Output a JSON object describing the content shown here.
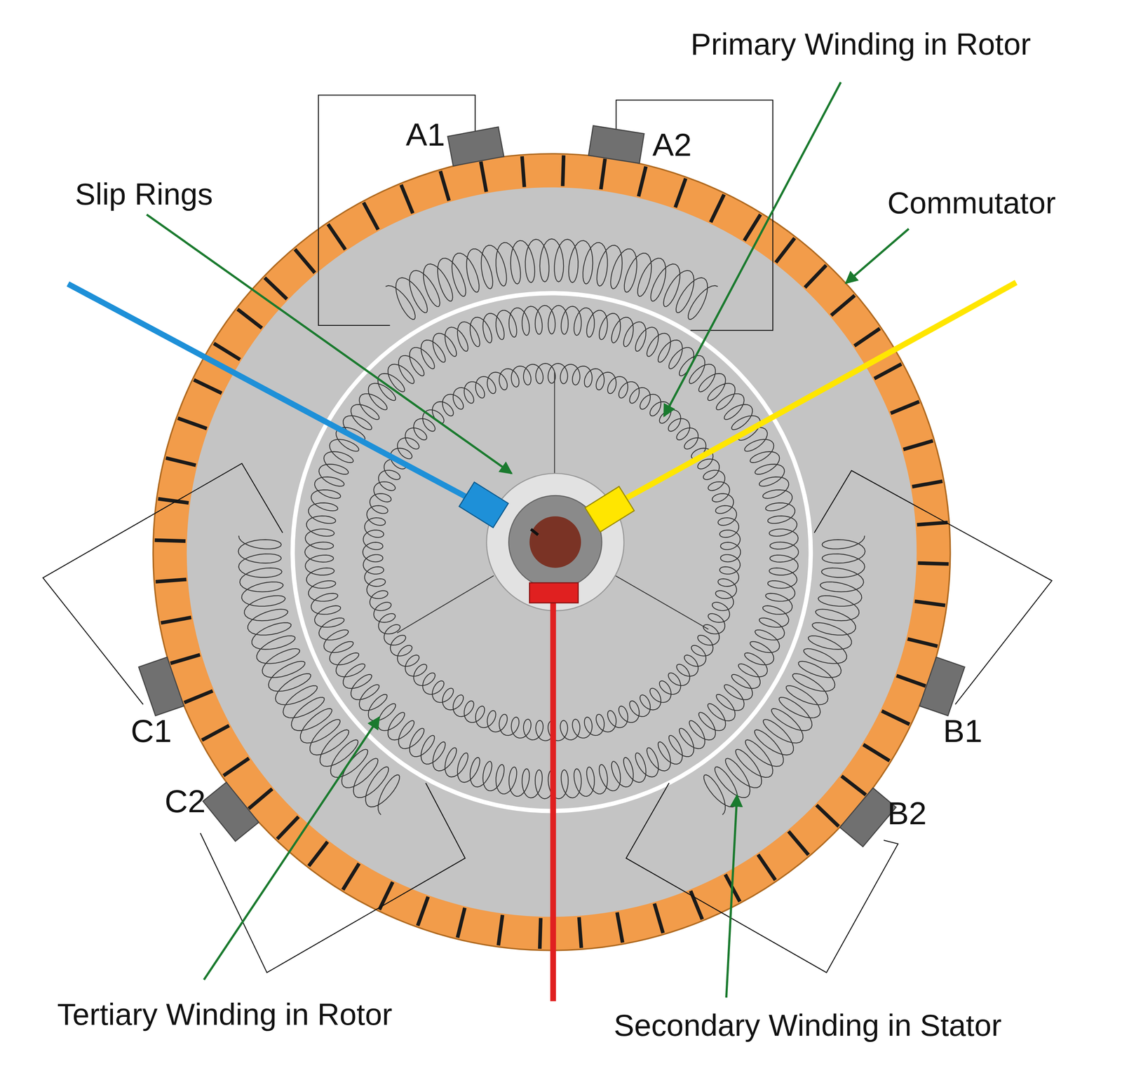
{
  "diagram": {
    "labels": [
      "Primary Winding in Rotor",
      "A1",
      "A2",
      "Slip Rings",
      "Commutator",
      "C1",
      "B1",
      "C2",
      "B2",
      "Tertiary Winding in Rotor",
      "Secondary Winding in Stator"
    ]
  }
}
